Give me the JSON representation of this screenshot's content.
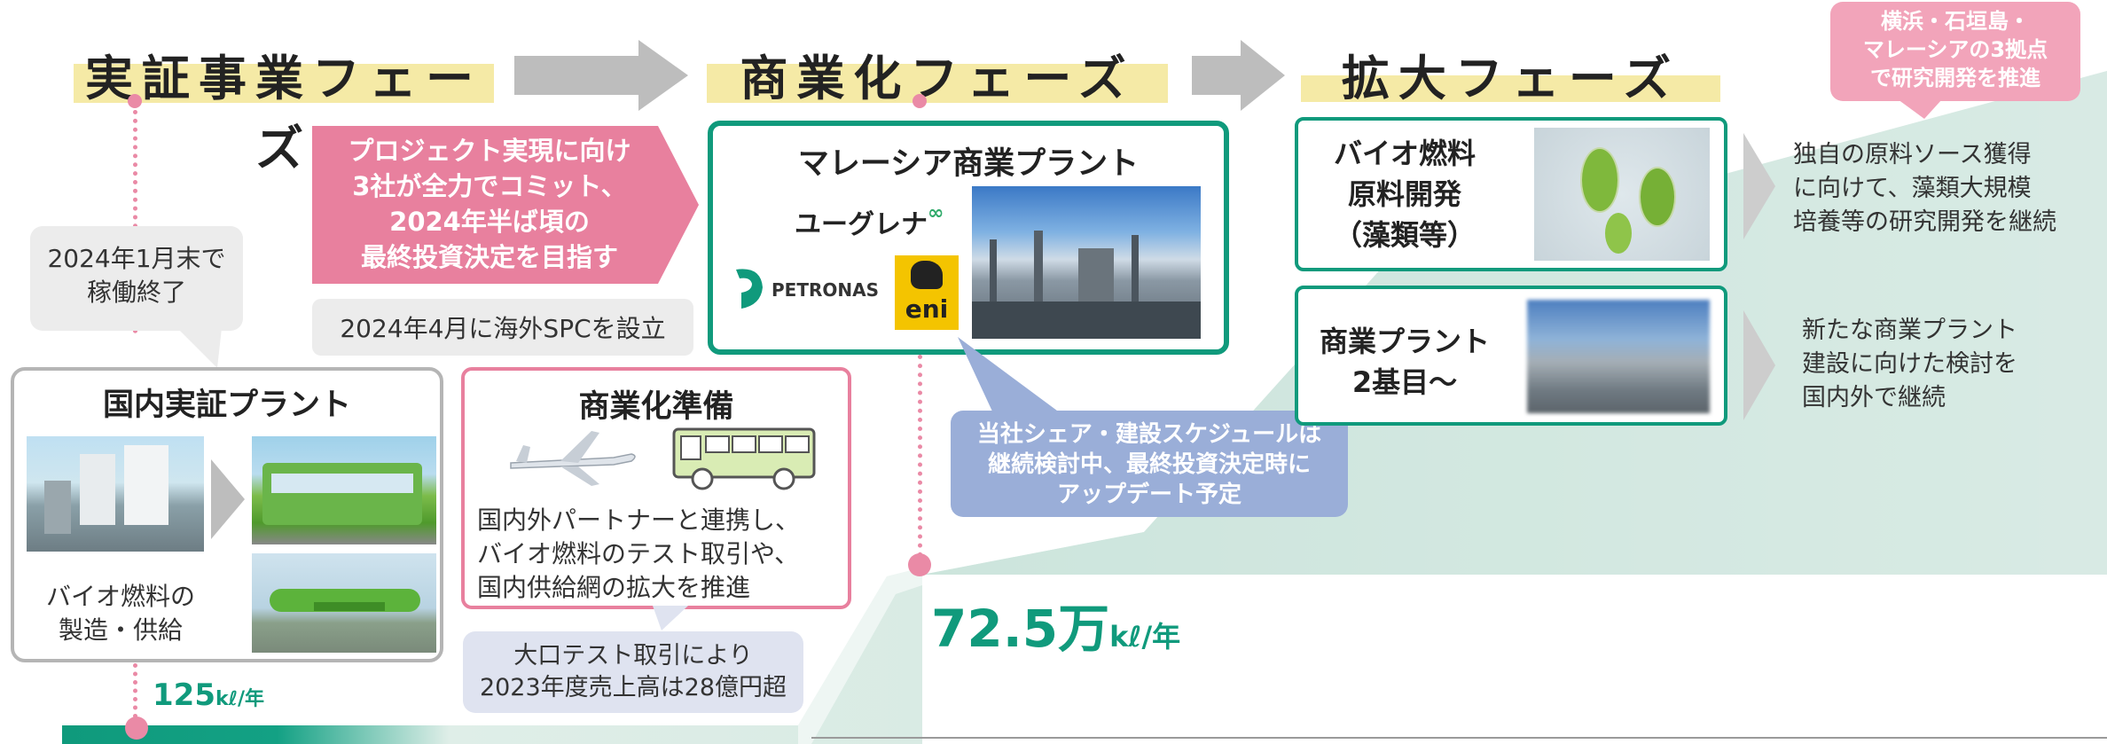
{
  "phases": {
    "demo": "実証事業フェーズ",
    "commercial": "商業化フェーズ",
    "expand": "拡大フェーズ"
  },
  "domestic": {
    "title": "国内実証プラント",
    "caption": "バイオ燃料の\n製造・供給",
    "end_note": "2024年1月末で\n稼働終了",
    "capacity": "125",
    "capacity_unit": "kℓ/年"
  },
  "prep": {
    "title": "商業化準備",
    "text": "国内外パートナーと連携し、\nバイオ燃料のテスト取引や、\n国内供給網の拡大を推進",
    "sales_note": "大口テスト取引により\n2023年度売上高は28億円超"
  },
  "project": {
    "commit": "プロジェクト実現に向け\n3社が全力でコミット、\n2024年半ば頃の\n最終投資決定を目指す",
    "spc": "2024年4月に海外SPCを設立"
  },
  "malaysia": {
    "title": "マレーシア商業プラント",
    "logo_euglena": "ユーグレナ",
    "logo_petronas": "PETRONAS",
    "logo_eni": "eni",
    "share_note": "当社シェア・建設スケジュールは\n継続検討中、最終投資決定時に\nアップデート予定",
    "capacity": "72.5万",
    "capacity_unit": "kℓ/年"
  },
  "expansion": {
    "hub_note": "横浜・石垣島・\nマレーシアの3拠点\nで研究開発を推進",
    "bio": {
      "title": "バイオ燃料\n原料開発\n（藻類等）",
      "desc": "独自の原料ソース獲得\nに向けて、藻類大規模\n培養等の研究開発を継続"
    },
    "plant2": {
      "title": "商業プラント\n2基目〜",
      "desc": "新たな商業プラント\n建設に向けた検討を\n国内外で継続"
    }
  },
  "colors": {
    "green": "#109a7c",
    "pink": "#e8809e",
    "phase_bg": "#f5eaa6",
    "blue_note": "#9aaed8",
    "arrow_gray": "#bdbdbd"
  }
}
